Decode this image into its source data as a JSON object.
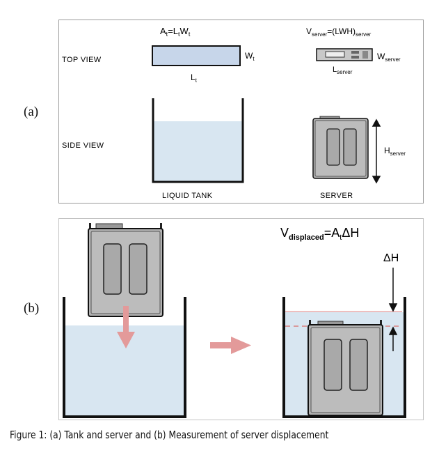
{
  "panel_a": {
    "marker": "(a)",
    "tank_area_formula": {
      "base": "A",
      "sub": "t",
      "eq": "=L",
      "sub2": "t",
      "mid": "W",
      "sub3": "t"
    },
    "server_volume_formula": {
      "base": "V",
      "sub": "server",
      "eq": "=(LWH)",
      "sub2": "server"
    },
    "top_view_label": "TOP VIEW",
    "side_view_label": "SIDE VIEW",
    "tank_width_label": {
      "base": "W",
      "sub": "t"
    },
    "tank_length_label": {
      "base": "L",
      "sub": "t"
    },
    "server_width_label": {
      "base": "W",
      "sub": "server"
    },
    "server_length_label": {
      "base": "L",
      "sub": "server"
    },
    "server_height_label": {
      "base": "H",
      "sub": "server"
    },
    "tank_caption": "LIQUID TANK",
    "server_caption": "SERVER"
  },
  "panel_b": {
    "marker": "(b)",
    "displaced_formula": {
      "base": "V",
      "sub": "displaced",
      "eq": "=A",
      "sub2": "t",
      "tail": "ΔH"
    },
    "delta_h_label": "ΔH"
  },
  "figure_caption": "Figure 1: (a) Tank and server and (b) Measurement of server displacement",
  "colors": {
    "liquid": "#d8e6f1",
    "server_body": "#b2b2b2",
    "arrow": "#e39a9a",
    "outline": "#111111"
  }
}
